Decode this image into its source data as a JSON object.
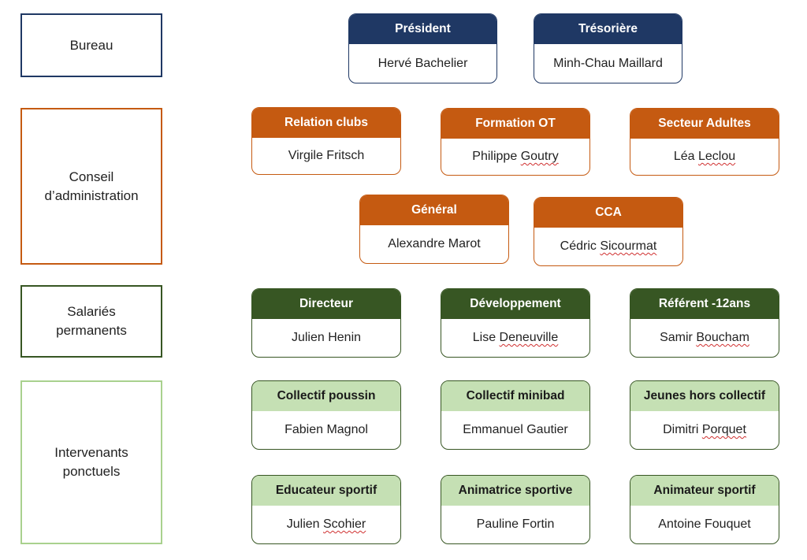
{
  "colors": {
    "bureau": "#1f3864",
    "conseil": "#c55a11",
    "salaries": "#375623",
    "intervenants_border": "#a9d18e",
    "intervenants_head": "#c5e0b4"
  },
  "groups": {
    "bureau": "Bureau",
    "conseil": "Conseil\nd’administration",
    "salaries": "Salariés\npermanents",
    "intervenants": "Intervenants\nponctuels"
  },
  "cards": {
    "president": {
      "title": "Président",
      "name": "Hervé Bachelier"
    },
    "tresoriere": {
      "title": "Trésorière",
      "name": "Minh-Chau Maillard"
    },
    "relation_clubs": {
      "title": "Relation clubs",
      "name": "Virgile Fritsch"
    },
    "formation_ot": {
      "title": "Formation OT",
      "first": "Philippe",
      "last": "Goutry"
    },
    "secteur_adultes": {
      "title": "Secteur Adultes",
      "first": "Léa",
      "last": "Leclou"
    },
    "general": {
      "title": "Général",
      "name": "Alexandre Marot"
    },
    "cca": {
      "title": "CCA",
      "first": "Cédric",
      "last": "Sicourmat"
    },
    "directeur": {
      "title": "Directeur",
      "name": "Julien Henin"
    },
    "developpement": {
      "title": "Développement",
      "first": "Lise",
      "last": "Deneuville"
    },
    "referent": {
      "title": "Référent -12ans",
      "first": "Samir",
      "last": "Boucham"
    },
    "collectif_poussin": {
      "title": "Collectif poussin",
      "name": "Fabien Magnol"
    },
    "collectif_minibad": {
      "title": "Collectif minibad",
      "name": "Emmanuel Gautier"
    },
    "jeunes_hors": {
      "title": "Jeunes hors collectif",
      "first": "Dimitri",
      "last": "Porquet"
    },
    "educateur": {
      "title": "Educateur sportif",
      "first": "Julien",
      "last": "Scohier"
    },
    "animatrice": {
      "title": "Animatrice sportive",
      "name": "Pauline Fortin"
    },
    "animateur": {
      "title": "Animateur sportif",
      "name": "Antoine Fouquet"
    }
  }
}
